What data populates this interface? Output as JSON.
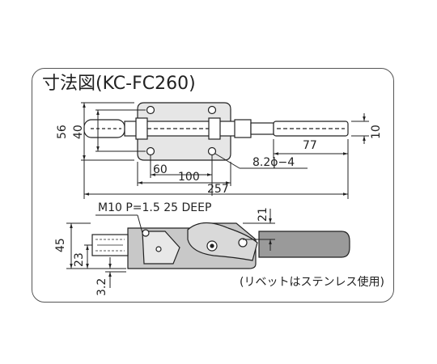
{
  "title": "寸法図(KC-FC260)",
  "dimensions": {
    "d56": "56",
    "d40": "40",
    "d10": "10",
    "d77": "77",
    "d60": "60",
    "d100": "100",
    "hole": "8.2ϕ−4",
    "d257": "257",
    "thread": "M10 P=1.5 25 DEEP",
    "d21": "21",
    "d45": "45",
    "d23": "23",
    "d32": "3.2"
  },
  "note": "(リベットはステンレス使用)",
  "colors": {
    "line": "#222222",
    "plate": "#c8c8c8",
    "handle": "#9a9a9a",
    "frame": "#555555"
  }
}
